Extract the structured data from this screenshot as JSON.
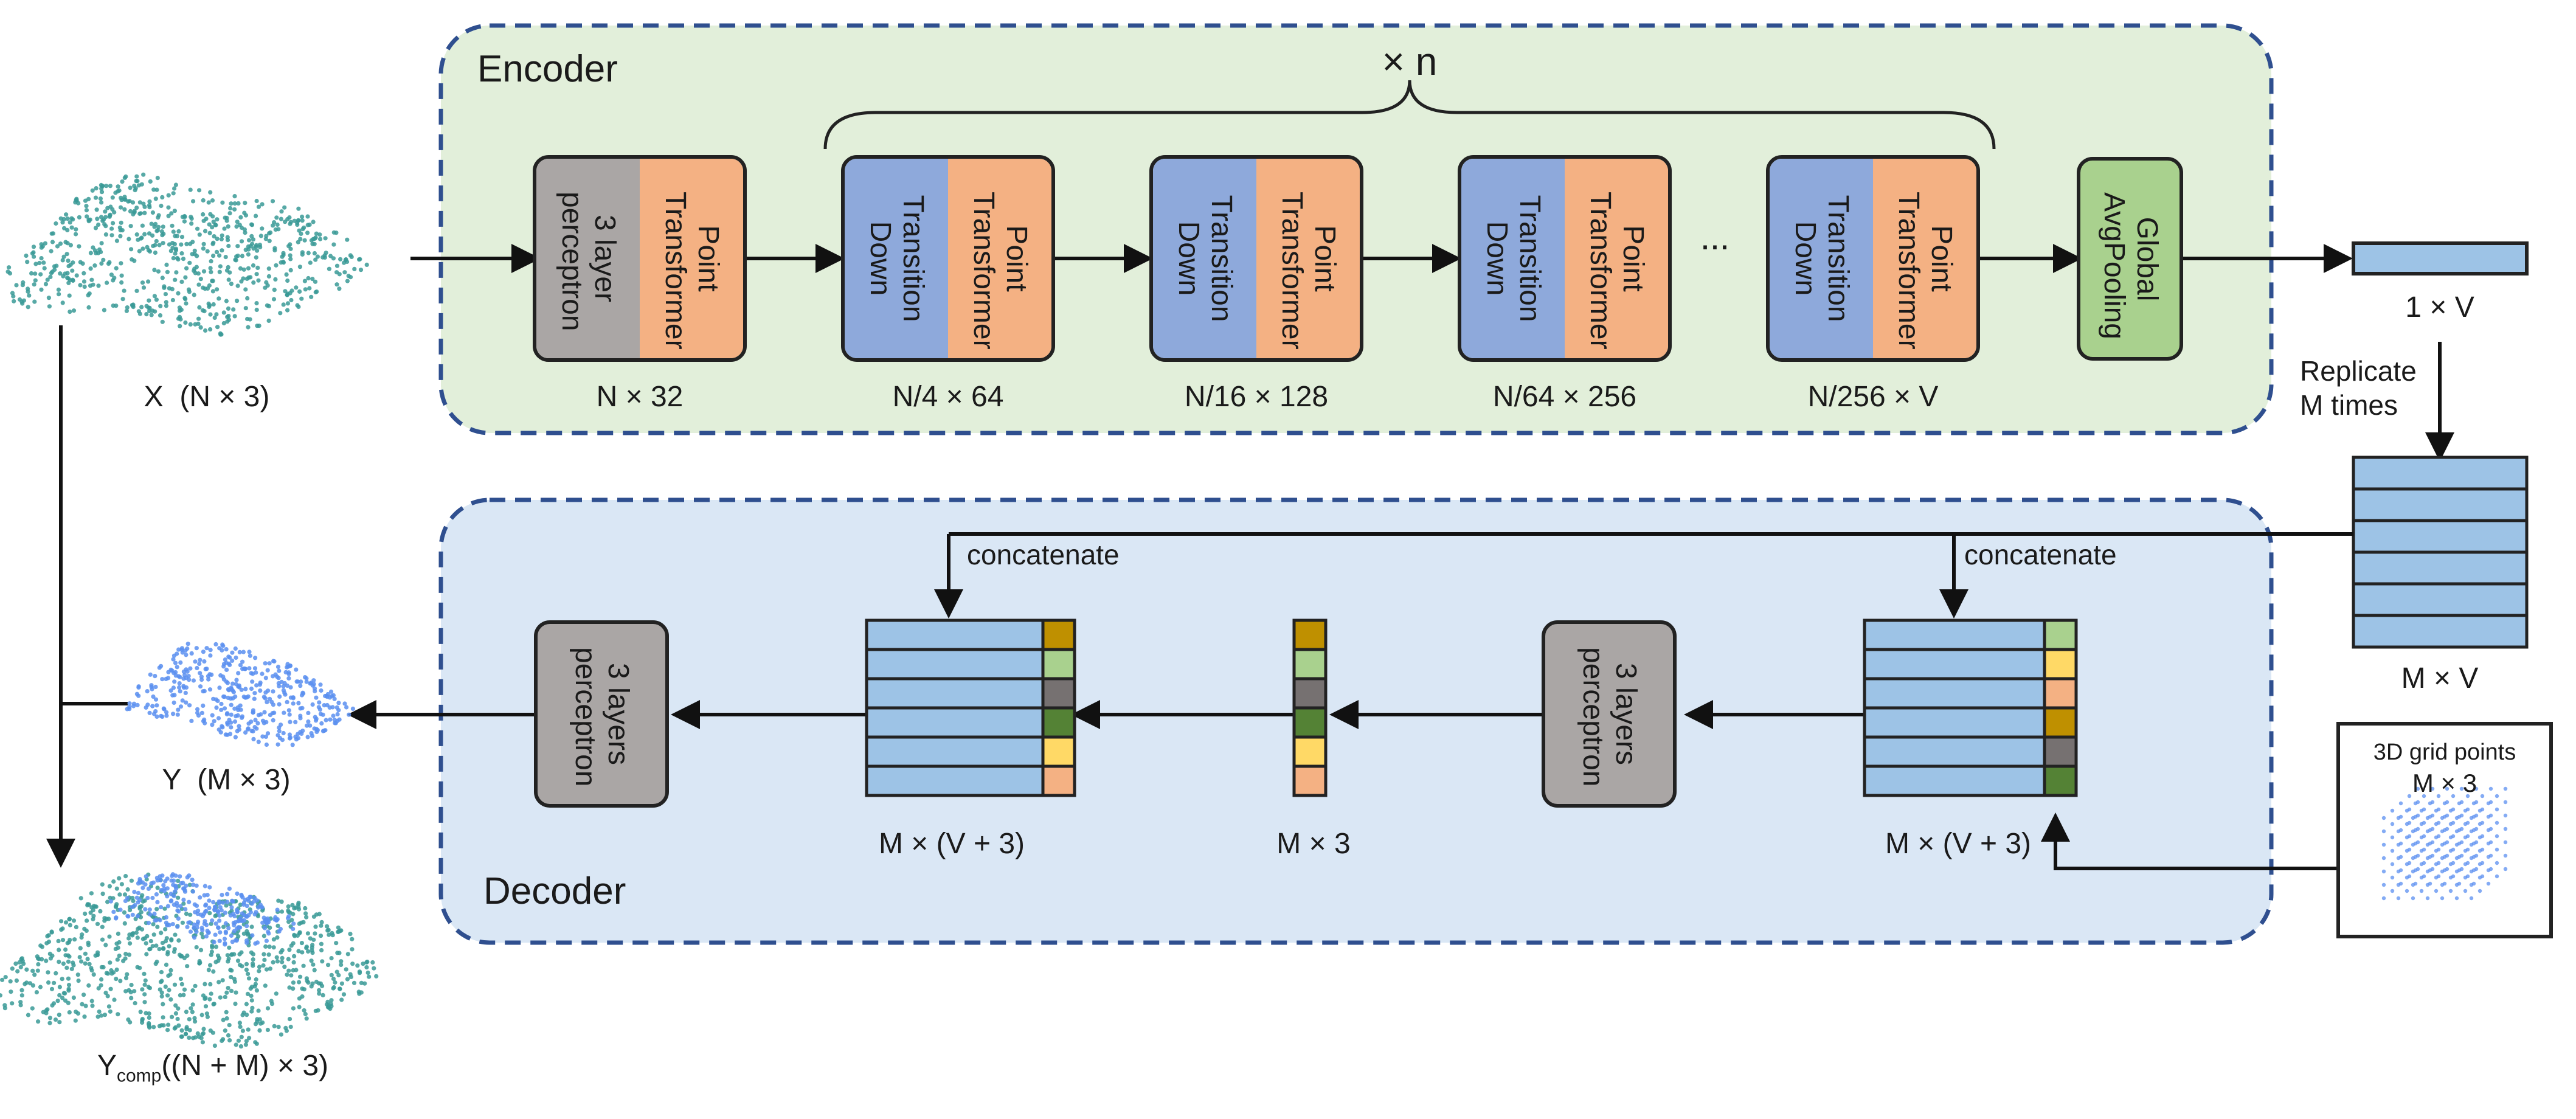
{
  "encoder": {
    "title": "Encoder",
    "repeat_label": "× n",
    "stem": {
      "left": "3 layer perceptron",
      "right": "Point Transformer",
      "dim": "N × 32"
    },
    "stages": [
      {
        "left": "Transition Down",
        "right": "Point Transformer",
        "dim": "N/4 × 64"
      },
      {
        "left": "Transition Down",
        "right": "Point Transformer",
        "dim": "N/16 × 128"
      },
      {
        "left": "Transition Down",
        "right": "Point Transformer",
        "dim": "N/64 × 256"
      },
      {
        "left": "Transition Down",
        "right": "Point Transformer",
        "dim": "N/256 × V"
      }
    ],
    "ellipsis": "···",
    "pool": "Global AvgPooling"
  },
  "decoder": {
    "title": "Decoder",
    "concat_label": "concatenate",
    "mlp_label": "3 layers perceptron",
    "dims": {
      "right_matrix": "M × (V + 3)",
      "mid_vector": "M × 3",
      "left_matrix": "M × (V + 3)"
    }
  },
  "side": {
    "input_label": "X  (N × 3)",
    "feature_label": "1 × V",
    "replicate_label": "Replicate\nM times",
    "replicated_label": "M × V",
    "grid_title": "3D grid points",
    "grid_dim": "M × 3",
    "output_label": "Y  (M × 3)",
    "comp_prefix": "Y",
    "comp_sub": "comp",
    "comp_suffix": "((N + M) × 3)"
  },
  "colors": {
    "encoder_bg": "#e2efda",
    "decoder_bg": "#dae7f5",
    "border_dashed": "#2f4f8f",
    "point_transformer": "#f4b183",
    "transition_down": "#8ea9db",
    "perceptron": "#aaa6a5",
    "pooling": "#a9d18e",
    "feature_row": "#9dc3e6",
    "teal_points": "#3a9a96",
    "blue_points": "#5b8ff0",
    "cell_colors": [
      "#bf9000",
      "#a9d18e",
      "#767171",
      "#548235",
      "#ffd966",
      "#f4b183"
    ]
  }
}
